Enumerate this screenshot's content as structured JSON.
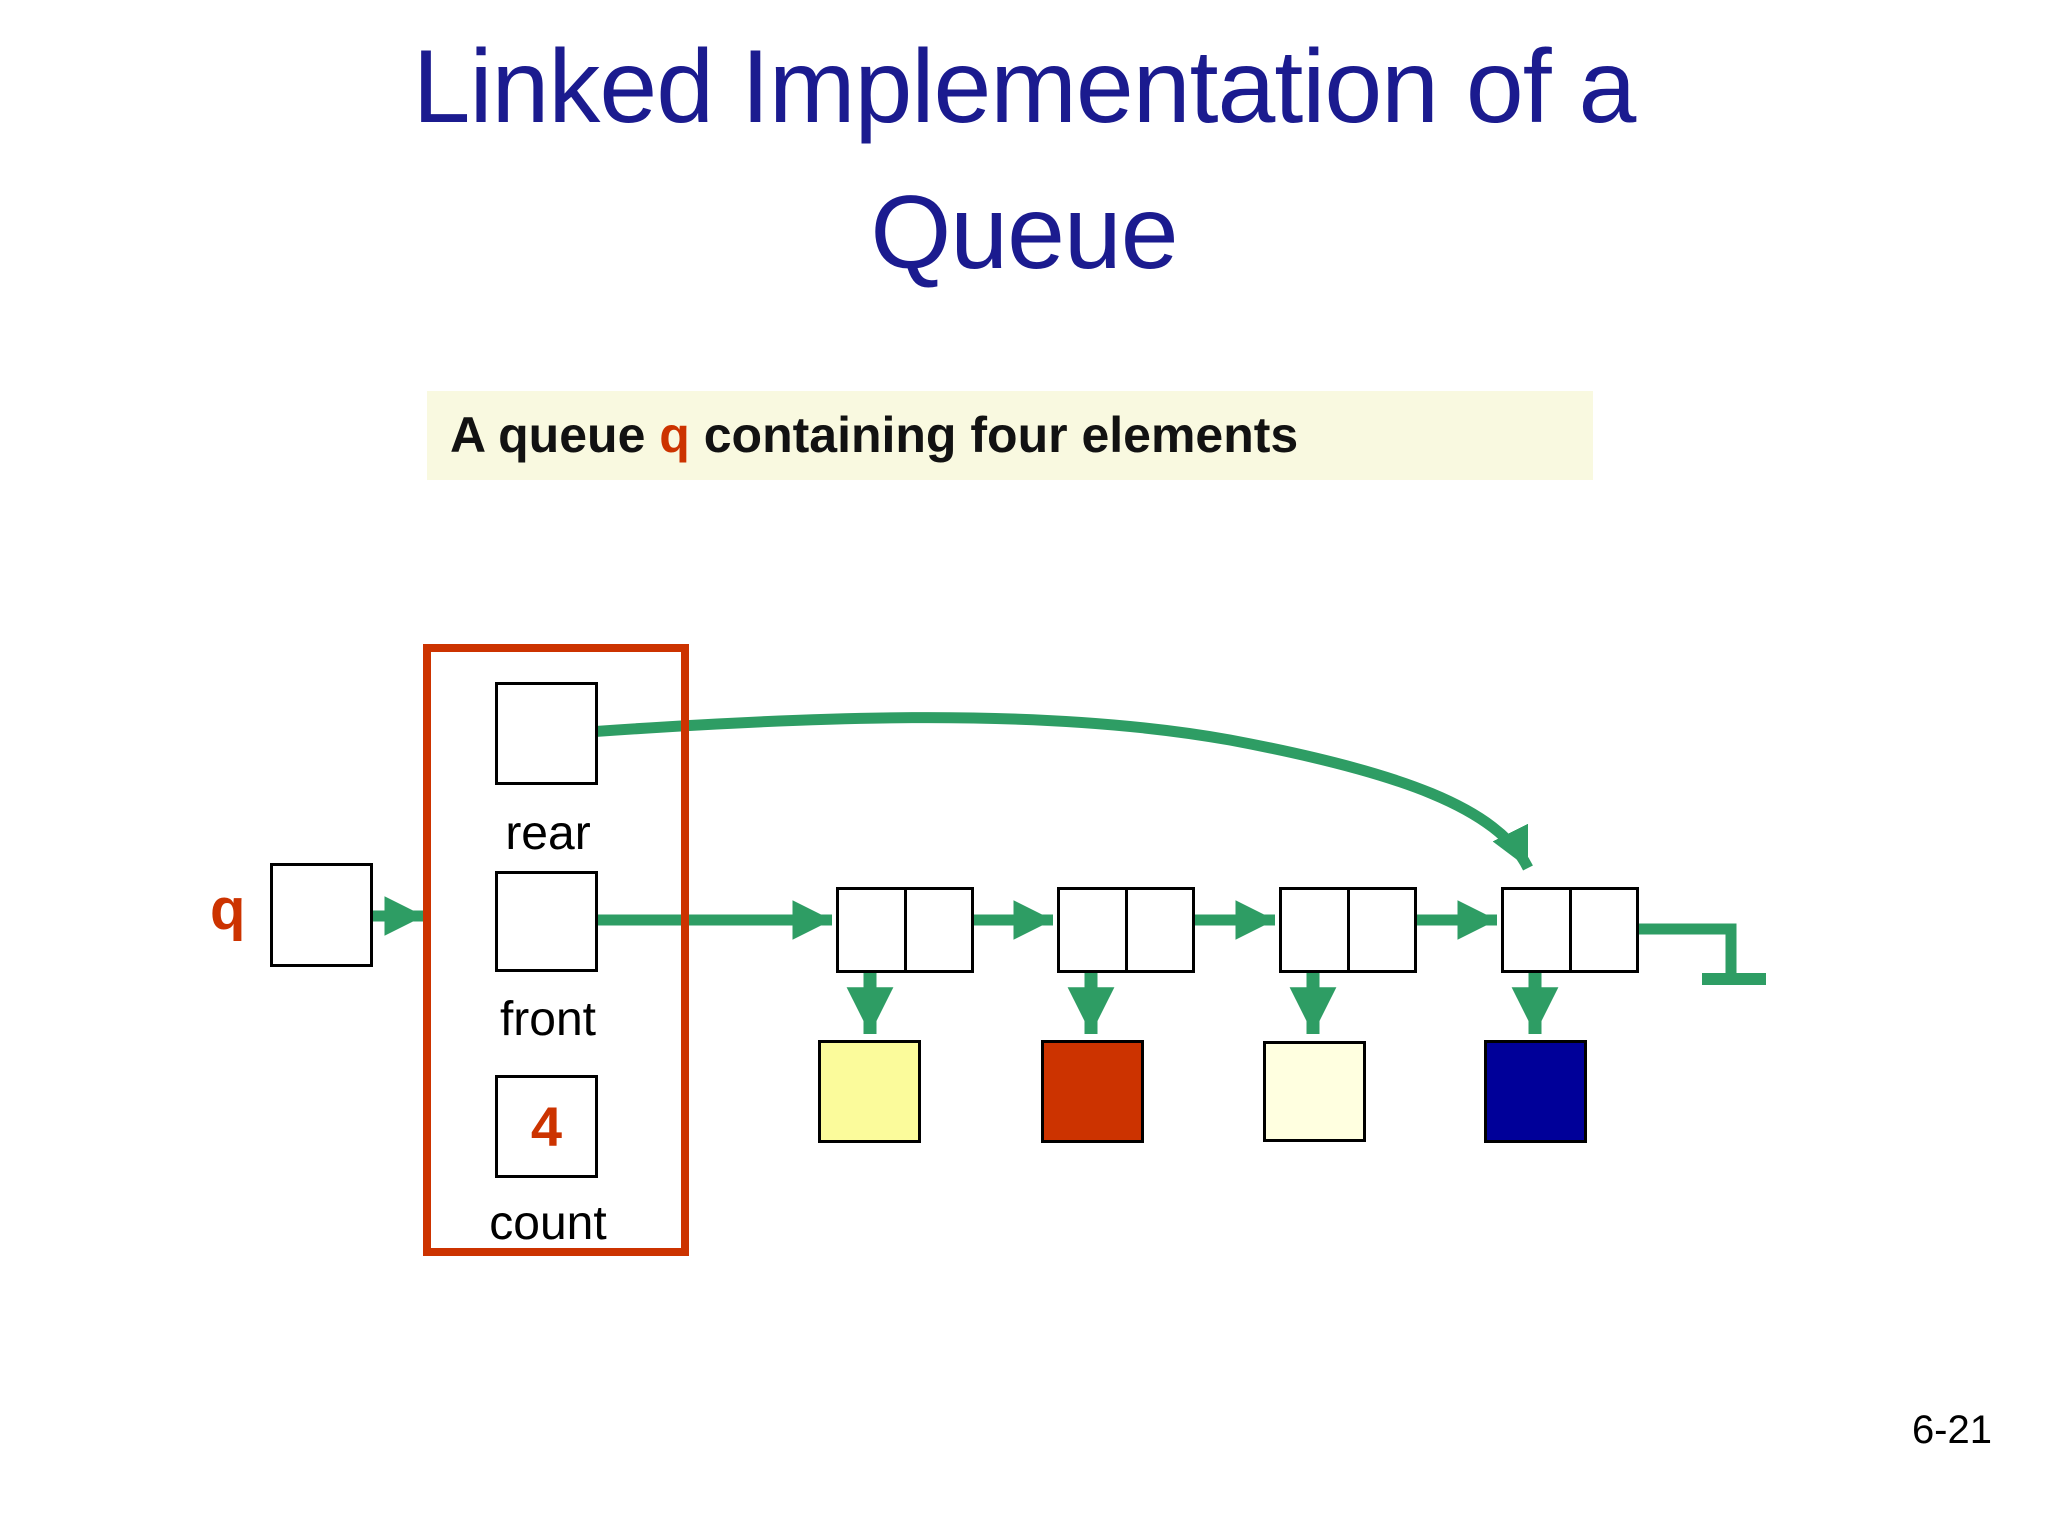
{
  "slide": {
    "title_line1": "Linked Implementation of a",
    "title_line2": "Queue",
    "page_number": "6-21"
  },
  "caption": {
    "text_before": "A queue ",
    "variable": "q",
    "text_after": " containing four elements"
  },
  "queue_record": {
    "variable_label": "q",
    "rear_field_label": "rear",
    "front_field_label": "front",
    "count_value": "4",
    "count_field_label": "count"
  },
  "linked_list": {
    "node_count": 4,
    "nodes": [
      {
        "id": "node-1",
        "element_color": "#FBFB9B"
      },
      {
        "id": "node-2",
        "element_color": "#CC3300"
      },
      {
        "id": "node-3",
        "element_color": "#FFFFE0"
      },
      {
        "id": "node-4",
        "element_color": "#000099"
      }
    ]
  },
  "colors": {
    "title_blue": "#1B1B8F",
    "accent_red": "#CC3300",
    "arrow_green": "#2E9D64",
    "caption_bg": "#F9F9E0",
    "slide_bg": "#FFFFFF"
  }
}
